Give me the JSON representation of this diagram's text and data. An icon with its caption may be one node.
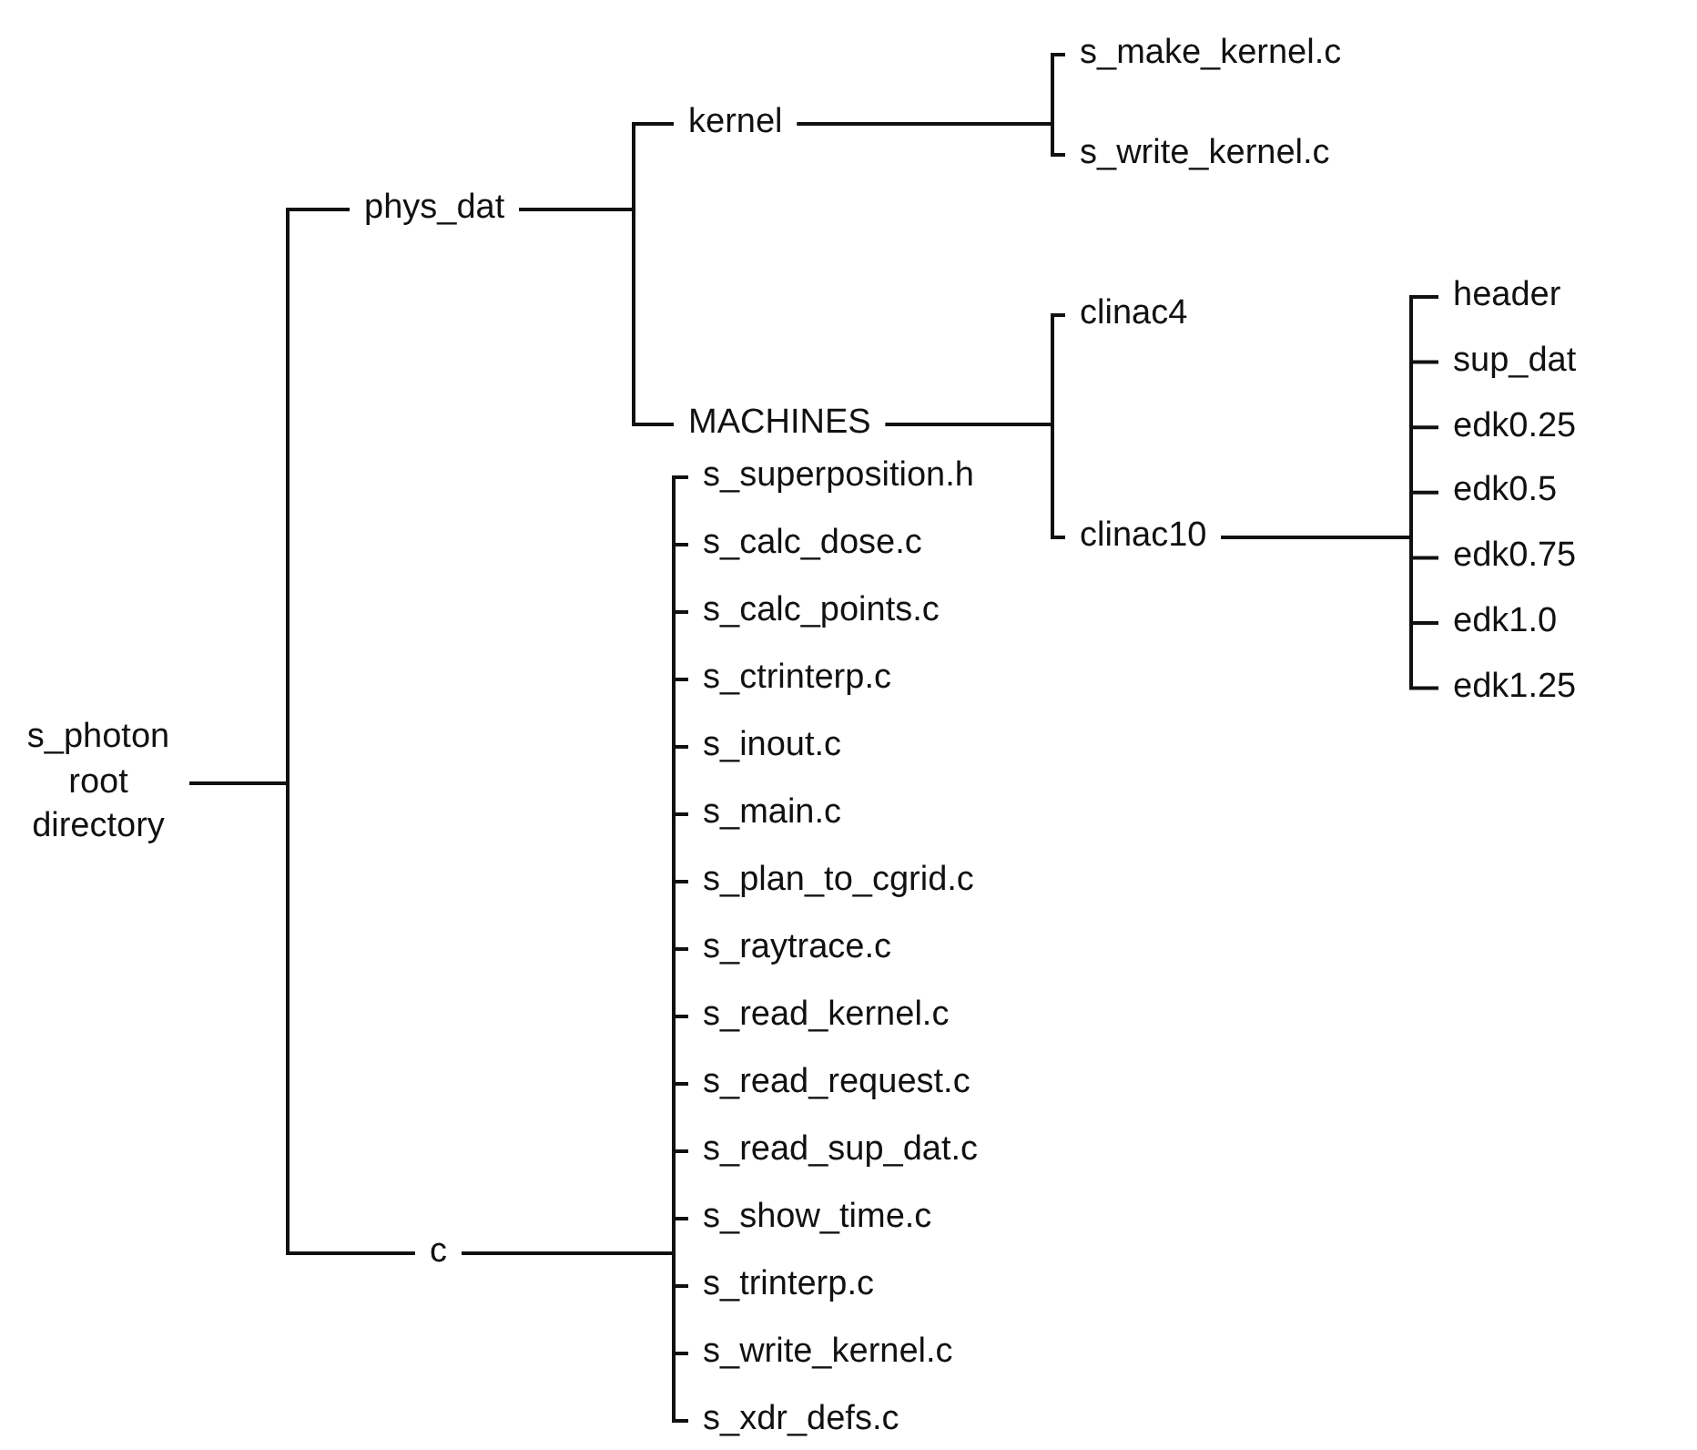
{
  "diagram": {
    "nodes": [
      {
        "text": [
          "s_photon root directory"
        ]
      },
      {
        "text": [
          "phys_dat"
        ]
      },
      {
        "text": [
          "c"
        ]
      },
      {
        "text": [
          "kernel"
        ]
      },
      {
        "text": [
          "MACHINES"
        ]
      },
      {
        "text": [
          "s_make_kernel.c"
        ]
      },
      {
        "text": [
          "s_write_kernel.c"
        ]
      },
      {
        "text": [
          "clinac4"
        ]
      },
      {
        "text": [
          "clinac10"
        ]
      },
      {
        "text": [
          "header"
        ]
      },
      {
        "text": [
          "sup_dat"
        ]
      },
      {
        "text": [
          "edk0.25"
        ]
      },
      {
        "text": [
          "edk0.5"
        ]
      },
      {
        "text": [
          "edk0.75"
        ]
      },
      {
        "text": [
          "edk1.0"
        ]
      },
      {
        "text": [
          "edk1.25"
        ]
      },
      {
        "text": [
          "s_superposition.h"
        ]
      },
      {
        "text": [
          "s_calc_dose.c"
        ]
      },
      {
        "text": [
          "s_calc_points.c"
        ]
      },
      {
        "text": [
          "s_ctrinterp.c"
        ]
      },
      {
        "text": [
          "s_inout.c"
        ]
      },
      {
        "text": [
          "s_main.c"
        ]
      },
      {
        "text": [
          "s_plan_to_cgrid.c"
        ]
      },
      {
        "text": [
          "s_raytrace.c"
        ]
      },
      {
        "text": [
          "s_read_kernel.c"
        ]
      },
      {
        "text": [
          "s_read_request.c"
        ]
      },
      {
        "text": [
          "s_read_sup_dat.c"
        ]
      },
      {
        "text": [
          "s_show_time.c"
        ]
      },
      {
        "text": [
          "s_trinterp.c"
        ]
      },
      {
        "text": [
          "s_write_kernel.c"
        ]
      },
      {
        "text": [
          "s_xdr_defs.c"
        ]
      }
    ],
    "edges": [
      {
        "from": 0,
        "to": 1,
        "arrow": "none"
      },
      {
        "from": 0,
        "to": 2,
        "arrow": "none"
      },
      {
        "from": 1,
        "to": 3,
        "arrow": "none"
      },
      {
        "from": 1,
        "to": 4,
        "arrow": "none"
      },
      {
        "from": 3,
        "to": 5,
        "arrow": "none"
      },
      {
        "from": 3,
        "to": 6,
        "arrow": "none"
      },
      {
        "from": 4,
        "to": 7,
        "arrow": "none"
      },
      {
        "from": 4,
        "to": 8,
        "arrow": "none"
      },
      {
        "from": 8,
        "to": 9,
        "arrow": "none"
      },
      {
        "from": 8,
        "to": 10,
        "arrow": "none"
      },
      {
        "from": 8,
        "to": 11,
        "arrow": "none"
      },
      {
        "from": 8,
        "to": 12,
        "arrow": "none"
      },
      {
        "from": 8,
        "to": 13,
        "arrow": "none"
      },
      {
        "from": 8,
        "to": 14,
        "arrow": "none"
      },
      {
        "from": 8,
        "to": 15,
        "arrow": "none"
      },
      {
        "from": 2,
        "to": 16,
        "arrow": "none"
      },
      {
        "from": 2,
        "to": 17,
        "arrow": "none"
      },
      {
        "from": 2,
        "to": 18,
        "arrow": "none"
      },
      {
        "from": 2,
        "to": 19,
        "arrow": "none"
      },
      {
        "from": 2,
        "to": 20,
        "arrow": "none"
      },
      {
        "from": 2,
        "to": 21,
        "arrow": "none"
      },
      {
        "from": 2,
        "to": 22,
        "arrow": "none"
      },
      {
        "from": 2,
        "to": 23,
        "arrow": "none"
      },
      {
        "from": 2,
        "to": 24,
        "arrow": "none"
      },
      {
        "from": 2,
        "to": 25,
        "arrow": "none"
      },
      {
        "from": 2,
        "to": 26,
        "arrow": "none"
      },
      {
        "from": 2,
        "to": 27,
        "arrow": "none"
      },
      {
        "from": 2,
        "to": 28,
        "arrow": "none"
      },
      {
        "from": 2,
        "to": 29,
        "arrow": "none"
      },
      {
        "from": 2,
        "to": 30,
        "arrow": "none"
      }
    ]
  }
}
